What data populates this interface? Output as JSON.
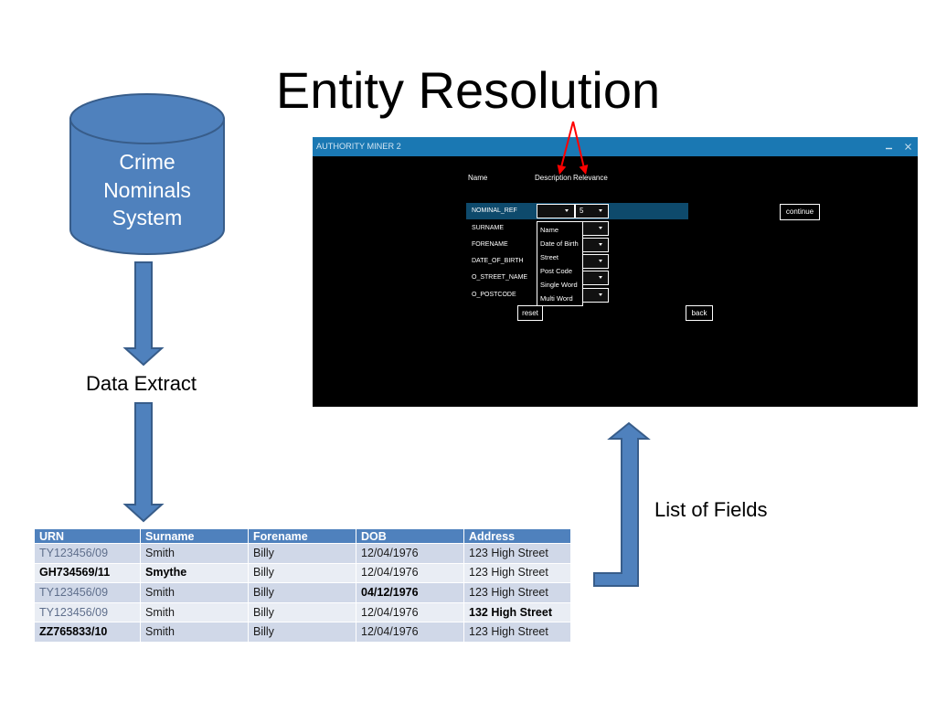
{
  "slide": {
    "title": "Entity Resolution"
  },
  "diagram": {
    "source_label_lines": [
      "Crime",
      "Nominals",
      "System"
    ],
    "extract_label": "Data Extract",
    "fields_label": "List of Fields"
  },
  "table": {
    "headers": [
      "URN",
      "Surname",
      "Forename",
      "DOB",
      "Address"
    ],
    "rows": [
      {
        "cells": [
          {
            "text": "TY123456/09",
            "bold": false
          },
          {
            "text": "Smith",
            "bold": false
          },
          {
            "text": "Billy",
            "bold": false
          },
          {
            "text": "12/04/1976",
            "bold": false
          },
          {
            "text": "123 High Street",
            "bold": false
          }
        ]
      },
      {
        "cells": [
          {
            "text": "GH734569/11",
            "bold": true
          },
          {
            "text": "Smythe",
            "bold": true
          },
          {
            "text": "Billy",
            "bold": false
          },
          {
            "text": "12/04/1976",
            "bold": false
          },
          {
            "text": "123 High Street",
            "bold": false
          }
        ]
      },
      {
        "cells": [
          {
            "text": "TY123456/09",
            "bold": false
          },
          {
            "text": "Smith",
            "bold": false
          },
          {
            "text": "Billy",
            "bold": false
          },
          {
            "text": "04/12/1976",
            "bold": true
          },
          {
            "text": "123 High Street",
            "bold": false
          }
        ]
      },
      {
        "cells": [
          {
            "text": "TY123456/09",
            "bold": false
          },
          {
            "text": "Smith",
            "bold": false
          },
          {
            "text": "Billy",
            "bold": false
          },
          {
            "text": "12/04/1976",
            "bold": false
          },
          {
            "text": "132 High Street",
            "bold": true
          }
        ]
      },
      {
        "cells": [
          {
            "text": "ZZ765833/10",
            "bold": true
          },
          {
            "text": "Smith",
            "bold": false
          },
          {
            "text": "Billy",
            "bold": false
          },
          {
            "text": "12/04/1976",
            "bold": false
          },
          {
            "text": "123 High Street",
            "bold": false
          }
        ]
      }
    ]
  },
  "app": {
    "window_title": "AUTHORITY MINER 2",
    "column_headers": {
      "name": "Name",
      "description": "Description",
      "relevance": "Relevance"
    },
    "fields": [
      {
        "name": "NOMINAL_REF",
        "relevance": "5",
        "selected": true
      },
      {
        "name": "SURNAME"
      },
      {
        "name": "FORENAME"
      },
      {
        "name": "DATE_OF_BIRTH"
      },
      {
        "name": "O_STREET_NAME"
      },
      {
        "name": "O_POSTCODE"
      }
    ],
    "description_options": [
      "Name",
      "Date of Birth",
      "Street",
      "Post Code",
      "Single Word",
      "Multi Word"
    ],
    "buttons": {
      "continue": "continue",
      "reset": "reset",
      "back": "back"
    }
  },
  "icons": {
    "source_system": "database-cylinder",
    "window_minimize": "minimize-icon",
    "window_close": "close-icon",
    "dropdown_caret": "chevron-down-icon",
    "flow_arrows": "block-arrow",
    "annotation_arrows": "red-arrow"
  },
  "colors": {
    "accent": "#4F81BD",
    "accent_outline": "#385D8A",
    "table_band_dark": "#D0D8E8",
    "table_band_light": "#E9EDF4",
    "annotation": "#FF0000",
    "app_titlebar": "#1A78B3",
    "app_selected_row": "#0E4A6C",
    "app_background": "#000000"
  }
}
